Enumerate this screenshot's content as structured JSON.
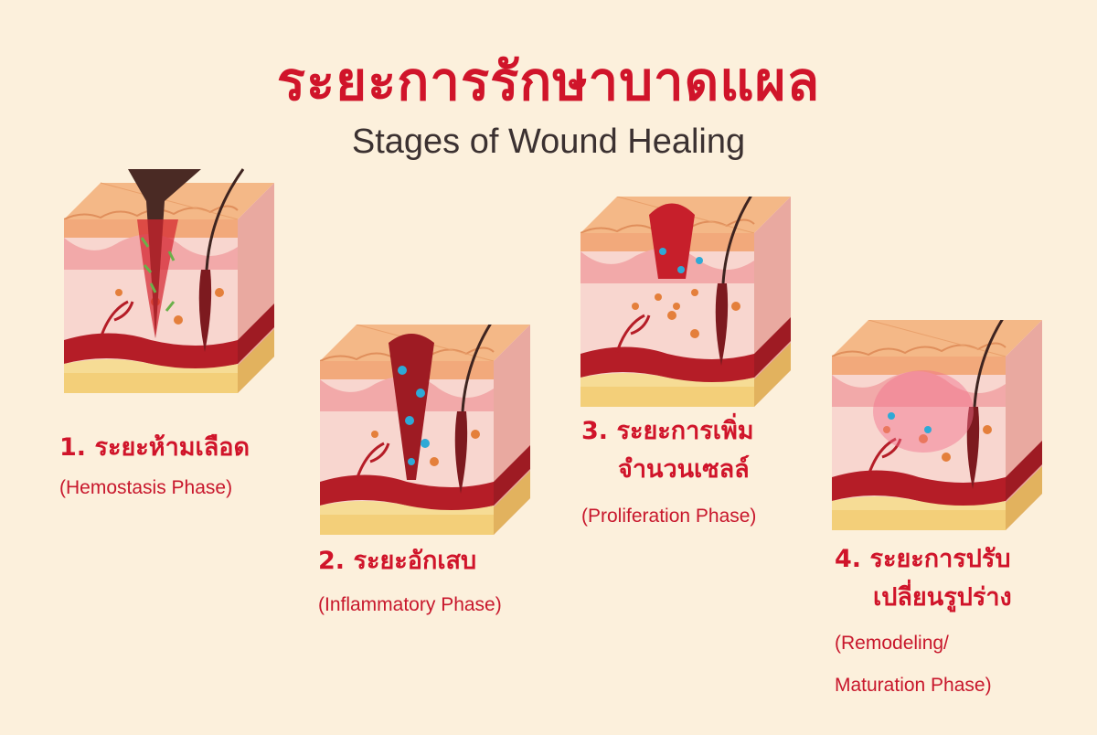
{
  "title_th": "ระยะการรักษาบาดแผล",
  "title_en": "Stages of Wound Healing",
  "stages": [
    {
      "th": "1. ระยะห้ามเลือด",
      "en": "(Hemostasis Phase)"
    },
    {
      "th": "2. ระยะอักเสบ",
      "en": "(Inflammatory Phase)"
    },
    {
      "th_line1": "3. ระยะการเพิ่ม",
      "th_line2": "จำนวนเซลล์",
      "en": "(Proliferation Phase)"
    },
    {
      "th_line1": "4. ระยะการปรับ",
      "th_line2": "เปลี่ยนรูปร่าง",
      "en_line1": "(Remodeling/",
      "en_line2": "Maturation Phase)"
    }
  ],
  "colors": {
    "background": "#fcf0dc",
    "accent_red": "#d0142a",
    "title_dark": "#3b3131",
    "skin_top": "#f2b17e",
    "dermis": "#f6c7bf",
    "vessel": "#b51d27",
    "fat": "#f3cf79"
  }
}
